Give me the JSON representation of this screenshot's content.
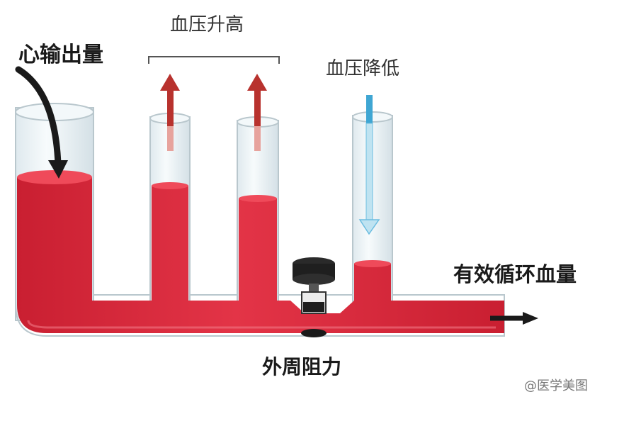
{
  "labels": {
    "cardiac_output": "心输出量",
    "bp_rise": "血压升高",
    "bp_fall": "血压降低",
    "effective_volume": "有效循环血量",
    "peripheral_resistance": "外周阻力"
  },
  "watermark": "@医学美图",
  "colors": {
    "blood": "#d62839",
    "blood_light": "#ef4a5a",
    "glass": "#e8f2f6",
    "glass_stroke": "#b9c7cd",
    "up_arrow": "#b8322e",
    "down_arrow": "#3fa6d3",
    "black": "#1a1a1a"
  }
}
